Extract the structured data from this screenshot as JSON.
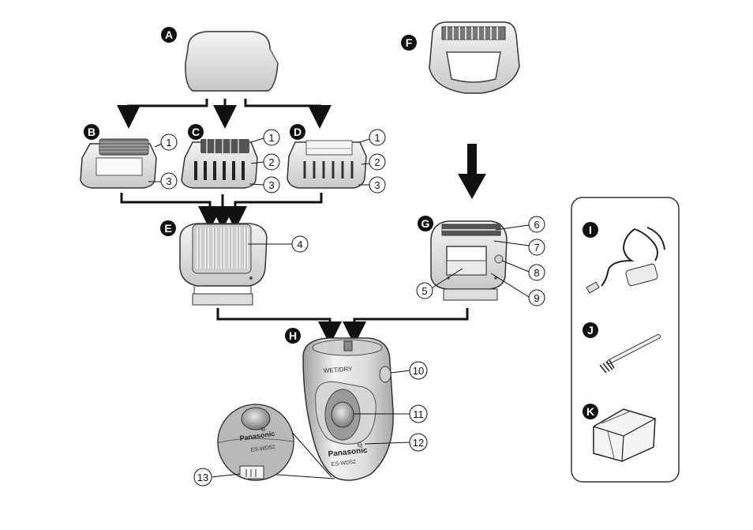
{
  "letters": {
    "a": "A",
    "b": "B",
    "c": "C",
    "d": "D",
    "e": "E",
    "f": "F",
    "g": "G",
    "h": "H",
    "i": "I",
    "j": "J",
    "k": "K"
  },
  "callouts": {
    "n1": "1",
    "n2": "2",
    "n3": "3",
    "n4": "4",
    "n5": "5",
    "n6": "6",
    "n7": "7",
    "n8": "8",
    "n9": "9",
    "n10": "10",
    "n11": "11",
    "n12": "12",
    "n13": "13"
  },
  "body_text": {
    "wet_dry": "WET/DRY",
    "brand": "Panasonic",
    "model": "ES-WD52"
  },
  "inset_text": {
    "brand": "Panasonic",
    "model": "ES-WD52"
  },
  "colors": {
    "part_fill": "#e6e6e6",
    "part_stroke": "#333333",
    "letter_badge": "#111111",
    "arrow": "#111111",
    "body_accent": "#9a9a9a"
  }
}
